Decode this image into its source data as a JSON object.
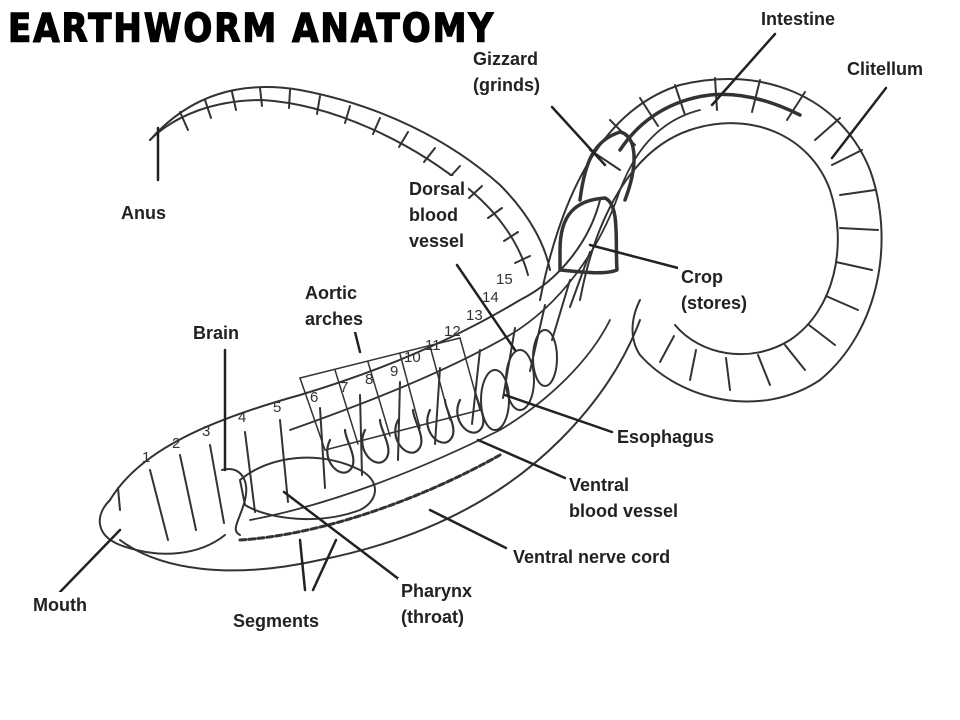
{
  "title": "EARTHWORM ANATOMY",
  "segment_numbers": [
    "1",
    "2",
    "3",
    "4",
    "5",
    "6",
    "7",
    "8",
    "9",
    "10",
    "11",
    "12",
    "13",
    "14",
    "15"
  ],
  "labels": {
    "intestine": [
      "Intestine"
    ],
    "clitellum": [
      "Clitellum"
    ],
    "gizzard": [
      "Gizzard",
      "(grinds)"
    ],
    "anus": [
      "Anus"
    ],
    "dorsal_blood_vessel": [
      "Dorsal",
      "blood",
      "vessel"
    ],
    "crop": [
      "Crop",
      "(stores)"
    ],
    "aortic_arches": [
      "Aortic",
      "arches"
    ],
    "brain": [
      "Brain"
    ],
    "esophagus": [
      "Esophagus"
    ],
    "ventral_blood_vessel": [
      "Ventral",
      "blood vessel"
    ],
    "ventral_nerve_cord": [
      "Ventral nerve cord"
    ],
    "mouth": [
      "Mouth"
    ],
    "pharynx": [
      "Pharynx",
      "(throat)"
    ],
    "segments": [
      "Segments"
    ]
  }
}
